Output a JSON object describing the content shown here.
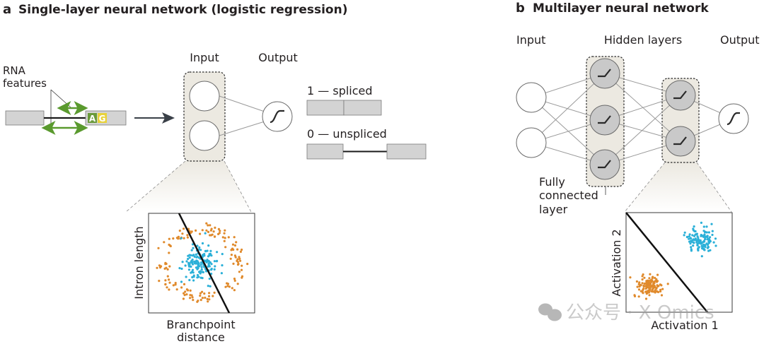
{
  "panel_a": {
    "letter": "a",
    "title": "Single-layer neural network (logistic regression)",
    "rna_features_label_line1": "RNA",
    "rna_features_label_line2": "features",
    "acceptor_letters": [
      "A",
      "G"
    ],
    "input_label": "Input",
    "output_label": "Output",
    "outcome_spliced": "1 — spliced",
    "outcome_unspliced": "0 — unspliced",
    "input_neuron_count": 2,
    "output_activation": "sigmoid",
    "scatter": {
      "xlabel_line1": "Branchpoint",
      "xlabel_line2": "distance",
      "ylabel": "Intron length",
      "clusters": [
        {
          "name": "unspliced-ring",
          "shape": "ring",
          "color": "#e08a2c"
        },
        {
          "name": "spliced-center",
          "shape": "blob",
          "color": "#2bb0d8"
        }
      ],
      "decision_boundary": "linear"
    }
  },
  "panel_b": {
    "letter": "b",
    "title": "Multilayer neural network",
    "input_label": "Input",
    "hidden_label": "Hidden layers",
    "output_label": "Output",
    "fully_connected_line1": "Fully",
    "fully_connected_line2": "connected",
    "fully_connected_line3": "layer",
    "input_neuron_count": 2,
    "hidden_layer_sizes": [
      3,
      2
    ],
    "hidden_activation": "relu",
    "output_activation": "sigmoid",
    "scatter": {
      "xlabel": "Activation 1",
      "ylabel": "Activation 2",
      "clusters": [
        {
          "name": "orange-cluster",
          "color": "#e08a2c"
        },
        {
          "name": "blue-cluster",
          "color": "#2bb0d8"
        }
      ],
      "decision_boundary": "linear"
    }
  },
  "watermark": "公众号 · X Omics",
  "colors": {
    "gray_box": "#d3d3d3",
    "green_arrow": "#5a9a2e",
    "a_letter_bg": "#6a9a3a",
    "g_letter_bg": "#e8d23a",
    "hidden_neuron": "#c9c9c9",
    "layer_bg": "#ece9e1"
  }
}
